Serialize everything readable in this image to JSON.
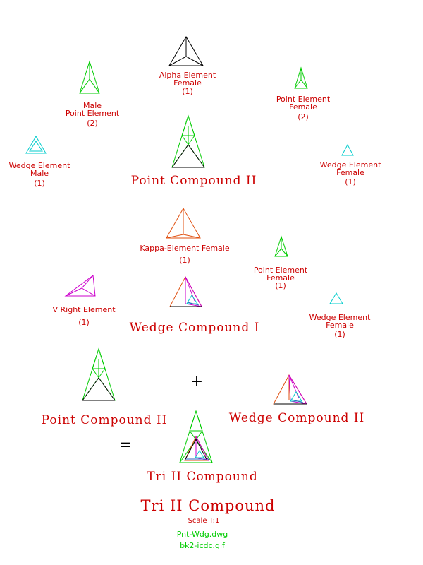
{
  "colors": {
    "label": "#cc0000",
    "file": "#00cc00",
    "green": "#00cc00",
    "black": "#000000",
    "cyan": "#00cccc",
    "orange": "#e05010",
    "magenta": "#cc00cc",
    "blue": "#3060c0"
  },
  "labels": {
    "alpha": {
      "line1": "Alpha Element",
      "line2": "Female",
      "line3": "(1)"
    },
    "male_point": {
      "line1": "Male",
      "line2": "Point Element",
      "line3": "(2)"
    },
    "point_female_top": {
      "line1": "Point Element",
      "line2": "Female",
      "line3": "(2)"
    },
    "wedge_male": {
      "line1": "Wedge Element",
      "line2": "Male",
      "line3": "(1)"
    },
    "wedge_female_top": {
      "line1": "Wedge Element",
      "line2": "Female",
      "line3": "(1)"
    },
    "point_compound_top": "Point Compound II",
    "kappa": {
      "line1": "Kappa-Element Female",
      "line2": "(1)"
    },
    "point_female_mid": {
      "line1": "Point Element",
      "line2": "Female",
      "line3": "(1)"
    },
    "v_right": {
      "line1": "V Right Element",
      "line2": "(1)"
    },
    "wedge_compound_1": "Wedge Compound I",
    "wedge_female_mid": {
      "line1": "Wedge Element",
      "line2": "Female",
      "line3": "(1)"
    },
    "plus": "+",
    "point_compound_bottom": "Point Compound II",
    "wedge_compound_2": "Wedge Compound II",
    "equals": "=",
    "tri_small": "Tri II Compound",
    "tri_title": "Tri II Compound",
    "scale": "Scale T:1",
    "file1": "Pnt-Wdg.dwg",
    "file2": "bk2-icdc.gif"
  }
}
